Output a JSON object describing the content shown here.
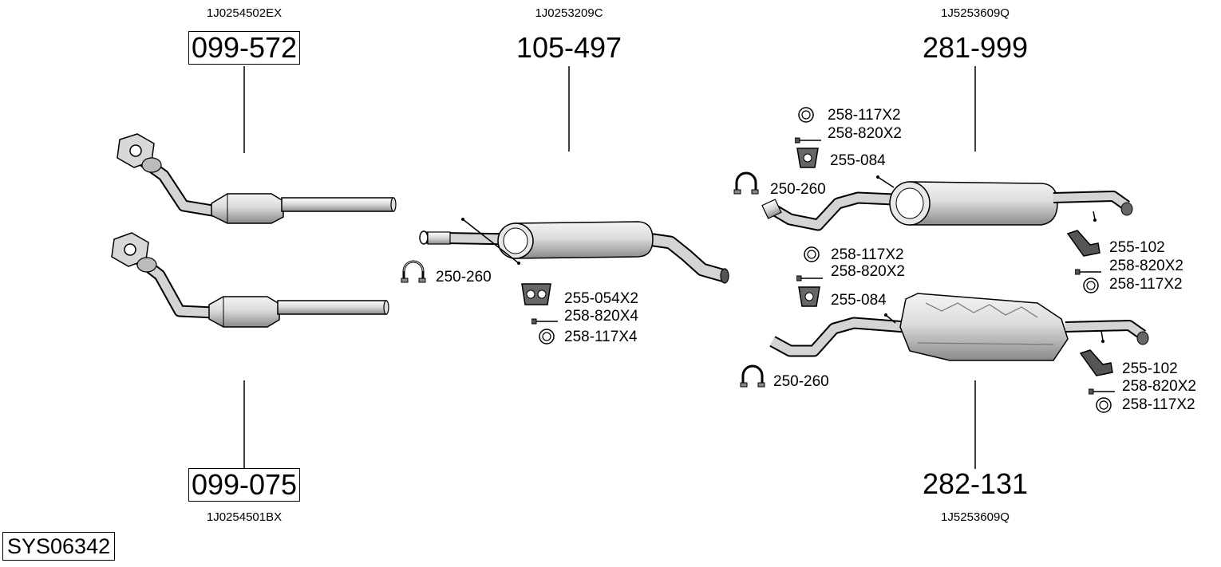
{
  "diagram_id": "SYS06342",
  "groups": {
    "cat_upper": {
      "part": "099-572",
      "oem": "1J0254502EX"
    },
    "cat_lower": {
      "part": "099-075",
      "oem": "1J0254501BX"
    },
    "middle": {
      "part": "105-497",
      "oem": "1J0253209C"
    },
    "rear_upper": {
      "part": "281-999",
      "oem": "1J5253609Q"
    },
    "rear_lower": {
      "part": "282-131",
      "oem": "1J5253609Q"
    }
  },
  "accessories": {
    "mid_clamp": "250-260",
    "mid_hanger": "255-054X2",
    "mid_bolt": "258-820X4",
    "mid_ring": "258-117X4",
    "ru_ring": "258-117X2",
    "ru_bolt": "258-820X2",
    "ru_hanger": "255-084",
    "ru_clamp": "250-260",
    "ru_right_hanger": "255-102",
    "ru_right_bolt": "258-820X2",
    "ru_right_ring": "258-117X2",
    "rl_ring": "258-117X2",
    "rl_bolt": "258-820X2",
    "rl_hanger": "255-084",
    "rl_clamp": "250-260",
    "rl_right_hanger": "255-102",
    "rl_right_bolt": "258-820X2",
    "rl_right_ring": "258-117X2"
  },
  "icons": {
    "clamp": "pipe-clamp-icon",
    "ring": "sealing-ring-icon",
    "bolt": "bolt-icon",
    "hanger": "rubber-hanger-icon"
  }
}
